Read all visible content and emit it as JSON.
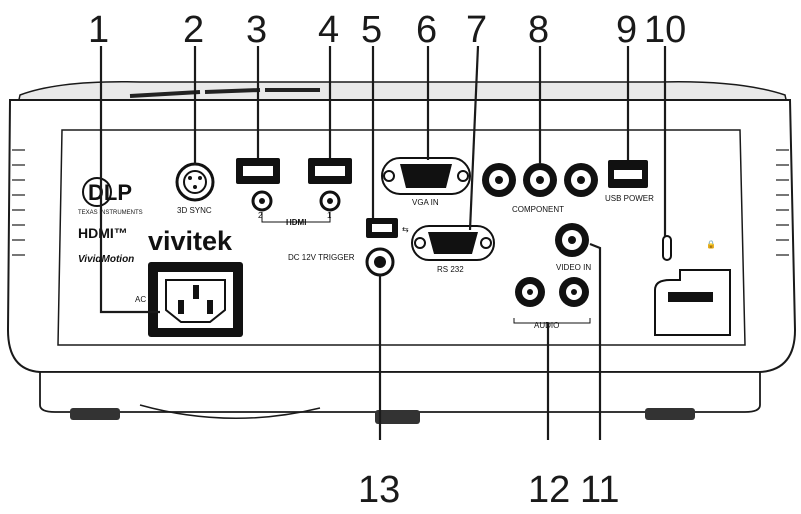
{
  "callouts": [
    "1",
    "2",
    "3",
    "4",
    "5",
    "6",
    "7",
    "8",
    "9",
    "10",
    "11",
    "12",
    "13"
  ],
  "port_labels": {
    "sync_3d": "3D SYNC",
    "hdmi": "HDMI",
    "hdmi_2": "2",
    "hdmi_1": "1",
    "vga_in": "VGA IN",
    "component": "COMPONENT",
    "usb_power": "USB POWER",
    "rs232": "RS 232",
    "video_in": "VIDEO IN",
    "audio": "AUDIO",
    "dc_trigger": "DC 12V TRIGGER",
    "ac": "AC"
  },
  "logos": {
    "brand": "vivitek",
    "dlp": "DLP",
    "texas": "TEXAS INSTRUMENTS",
    "hdmi_logo": "HDMI™",
    "vividmotion": "VividMotion"
  },
  "colors": {
    "body": "#ffffff",
    "outline": "#1a1a1a",
    "dark": "#222222"
  }
}
